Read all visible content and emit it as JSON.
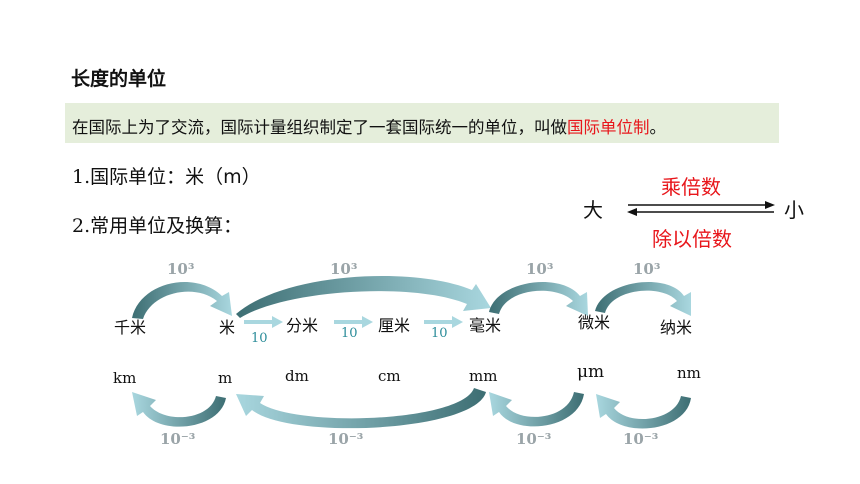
{
  "heading": "长度的单位",
  "definition": {
    "prefix": "在国际上为了交流，国际计量组织制定了一套国际统一的单位，叫做",
    "highlight": "国际单位制",
    "suffix": "。"
  },
  "items": {
    "item1_num": "1.",
    "item1_text": "国际单位：米（m）",
    "item2_num": "2.",
    "item2_text": "常用单位及换算："
  },
  "legend": {
    "big": "大",
    "small": "小",
    "multiply": "乘倍数",
    "divide": "除以倍数"
  },
  "units": [
    {
      "cn": "千米",
      "en": "km"
    },
    {
      "cn": "米",
      "en": "m"
    },
    {
      "cn": "分米",
      "en": "dm"
    },
    {
      "cn": "厘米",
      "en": "cm"
    },
    {
      "cn": "毫米",
      "en": "mm"
    },
    {
      "cn": "微米",
      "en": "μm"
    },
    {
      "cn": "纳米",
      "en": "nm"
    }
  ],
  "factors": {
    "up": [
      "10³",
      "10³",
      "10³",
      "10³"
    ],
    "ten": [
      "10",
      "10",
      "10"
    ],
    "down": [
      "10⁻³",
      "10⁻³",
      "10⁻³",
      "10⁻³"
    ]
  },
  "colors": {
    "accent_red": "#e8161b",
    "box_bg": "#e5eedb",
    "arrow_dark": "#3d6e73",
    "arrow_light": "#a9d7df",
    "factor_gray": "#9aa4a8"
  }
}
